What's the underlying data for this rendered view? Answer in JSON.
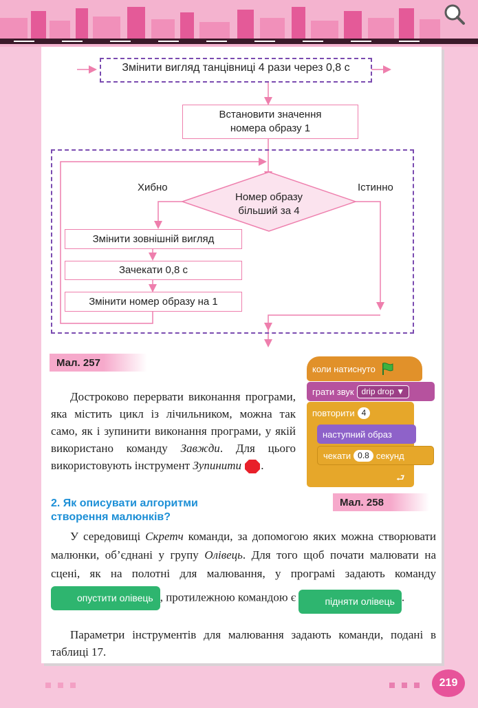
{
  "flowchart": {
    "title": "Змінити вигляд танцівниці 4 рази через 0,8 с",
    "init_line1": "Встановити значення",
    "init_line2": "номера образу 1",
    "condition_line1": "Номер образу",
    "condition_line2": "більший за 4",
    "false_label": "Хибно",
    "true_label": "Істинно",
    "step1": "Змінити зовнішній вигляд",
    "step2": "Зачекати 0,8 с",
    "step3": "Змінити номер образу на 1"
  },
  "caption257": "Мал. 257",
  "caption258": "Мал. 258",
  "para1": {
    "t1": "Достроково перервати виконання програми, яка містить цикл із лічильником, можна так само, як і зупинити виконання програми, у якій використано команду ",
    "zavzhdy": "Завжди",
    "t2": ". Для цього використовують інструмент ",
    "zupynyty": "Зупинити",
    "t3": "."
  },
  "scratch": {
    "hat": "коли натиснуто",
    "sound": "грати звук",
    "sound_value": "drip drop",
    "repeat": "повторити",
    "repeat_value": "4",
    "next_costume": "наступний образ",
    "wait": "чекати",
    "wait_value": "0.8",
    "wait_unit": "секунд",
    "colors": {
      "hat": "#e1912a",
      "sound": "#b6529e",
      "control": "#e6a72a",
      "looks": "#8e62c9",
      "pen": "#2eb56f"
    }
  },
  "section": {
    "heading_line1": "2. Як описувати алгоритми",
    "heading_line2": "створення малюнків?"
  },
  "para2": {
    "t1": "У середовищі ",
    "scratch": "Скретч",
    "t2": " команди, за допомогою яких можна створювати малюнки, об’єднані у групу ",
    "pencil": "Олівець",
    "t3": ". Для того щоб почати малювати на сцені, як на полотні для малювання, у програмі задають команду ",
    "pen_down": "опустити олівець",
    "t4": ", протилежною командою є ",
    "pen_up": "підняти олівець",
    "t5": "."
  },
  "para3": "Параметри інструментів для малювання задають команди, подані в таблиці 17.",
  "page_number": "219"
}
